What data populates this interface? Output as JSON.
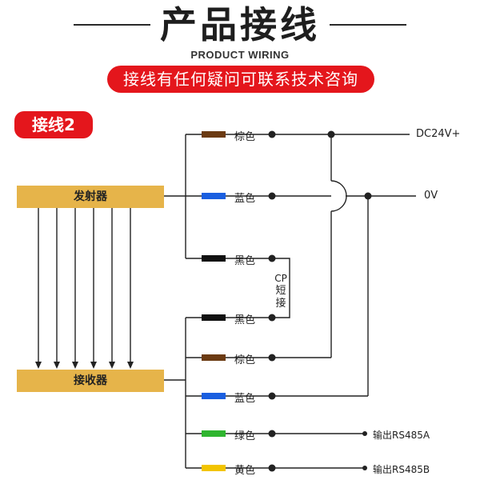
{
  "header": {
    "title": "产品接线",
    "subtitle": "PRODUCT WIRING",
    "banner": "接线有任何疑问可联系技术咨询"
  },
  "diagram": {
    "tag": "接线2",
    "emitter_label": "发射器",
    "receiver_label": "接收器",
    "cp_label_1": "CP",
    "cp_label_2": "短",
    "cp_label_3": "接",
    "emitter_wires": [
      {
        "label": "棕色",
        "color": "#6b3a12"
      },
      {
        "label": "蓝色",
        "color": "#1a5fe0"
      },
      {
        "label": "黑色",
        "color": "#111111"
      }
    ],
    "receiver_wires": [
      {
        "label": "黑色",
        "color": "#111111"
      },
      {
        "label": "棕色",
        "color": "#6b3a12"
      },
      {
        "label": "蓝色",
        "color": "#1a5fe0"
      },
      {
        "label": "绿色",
        "color": "#2fb52f"
      },
      {
        "label": "黄色",
        "color": "#f2c400"
      }
    ],
    "terminals": {
      "dc24": "DC24V+",
      "zero": "0V",
      "rs485a": "输出RS485A",
      "rs485b": "输出RS485B"
    }
  }
}
